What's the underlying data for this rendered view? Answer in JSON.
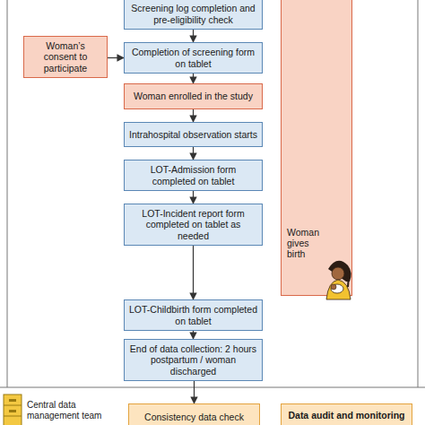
{
  "diagram": {
    "nodes": [
      {
        "text": [
          "Screening log completion and pre-eligibility check"
        ]
      },
      {
        "text": [
          "Woman’s consent to participate"
        ]
      },
      {
        "text": [
          "Completion of screening form on tablet"
        ]
      },
      {
        "text": [
          "Woman enrolled in the study"
        ]
      },
      {
        "text": [
          "Intrahospital observation starts"
        ]
      },
      {
        "text": [
          "LOT-Admission form completed on tablet"
        ]
      },
      {
        "text": [
          "LOT-Incident report form completed on tablet as needed"
        ]
      },
      {
        "text": [
          "LOT-Childbirth form completed on tablet"
        ]
      },
      {
        "text": [
          "End of data collection: 2 hours postpartum / woman discharged"
        ]
      },
      {
        "text": [
          "Woman gives birth"
        ]
      },
      {
        "text": [
          "Consistency data check"
        ]
      },
      {
        "text": [
          "Data audit and monitoring"
        ]
      }
    ],
    "edges": [
      {
        "from": 0,
        "to": 2,
        "arrow": "to"
      },
      {
        "from": 1,
        "to": 2,
        "arrow": "to"
      },
      {
        "from": 2,
        "to": 3,
        "arrow": "to"
      },
      {
        "from": 3,
        "to": 4,
        "arrow": "to"
      },
      {
        "from": 4,
        "to": 5,
        "arrow": "to"
      },
      {
        "from": 5,
        "to": 6,
        "arrow": "to"
      },
      {
        "from": 6,
        "to": 7,
        "arrow": "to"
      },
      {
        "from": 7,
        "to": 8,
        "arrow": "to"
      },
      {
        "from": 8,
        "to": 10,
        "arrow": "to"
      }
    ],
    "labels": [
      "Central data management team"
    ]
  }
}
